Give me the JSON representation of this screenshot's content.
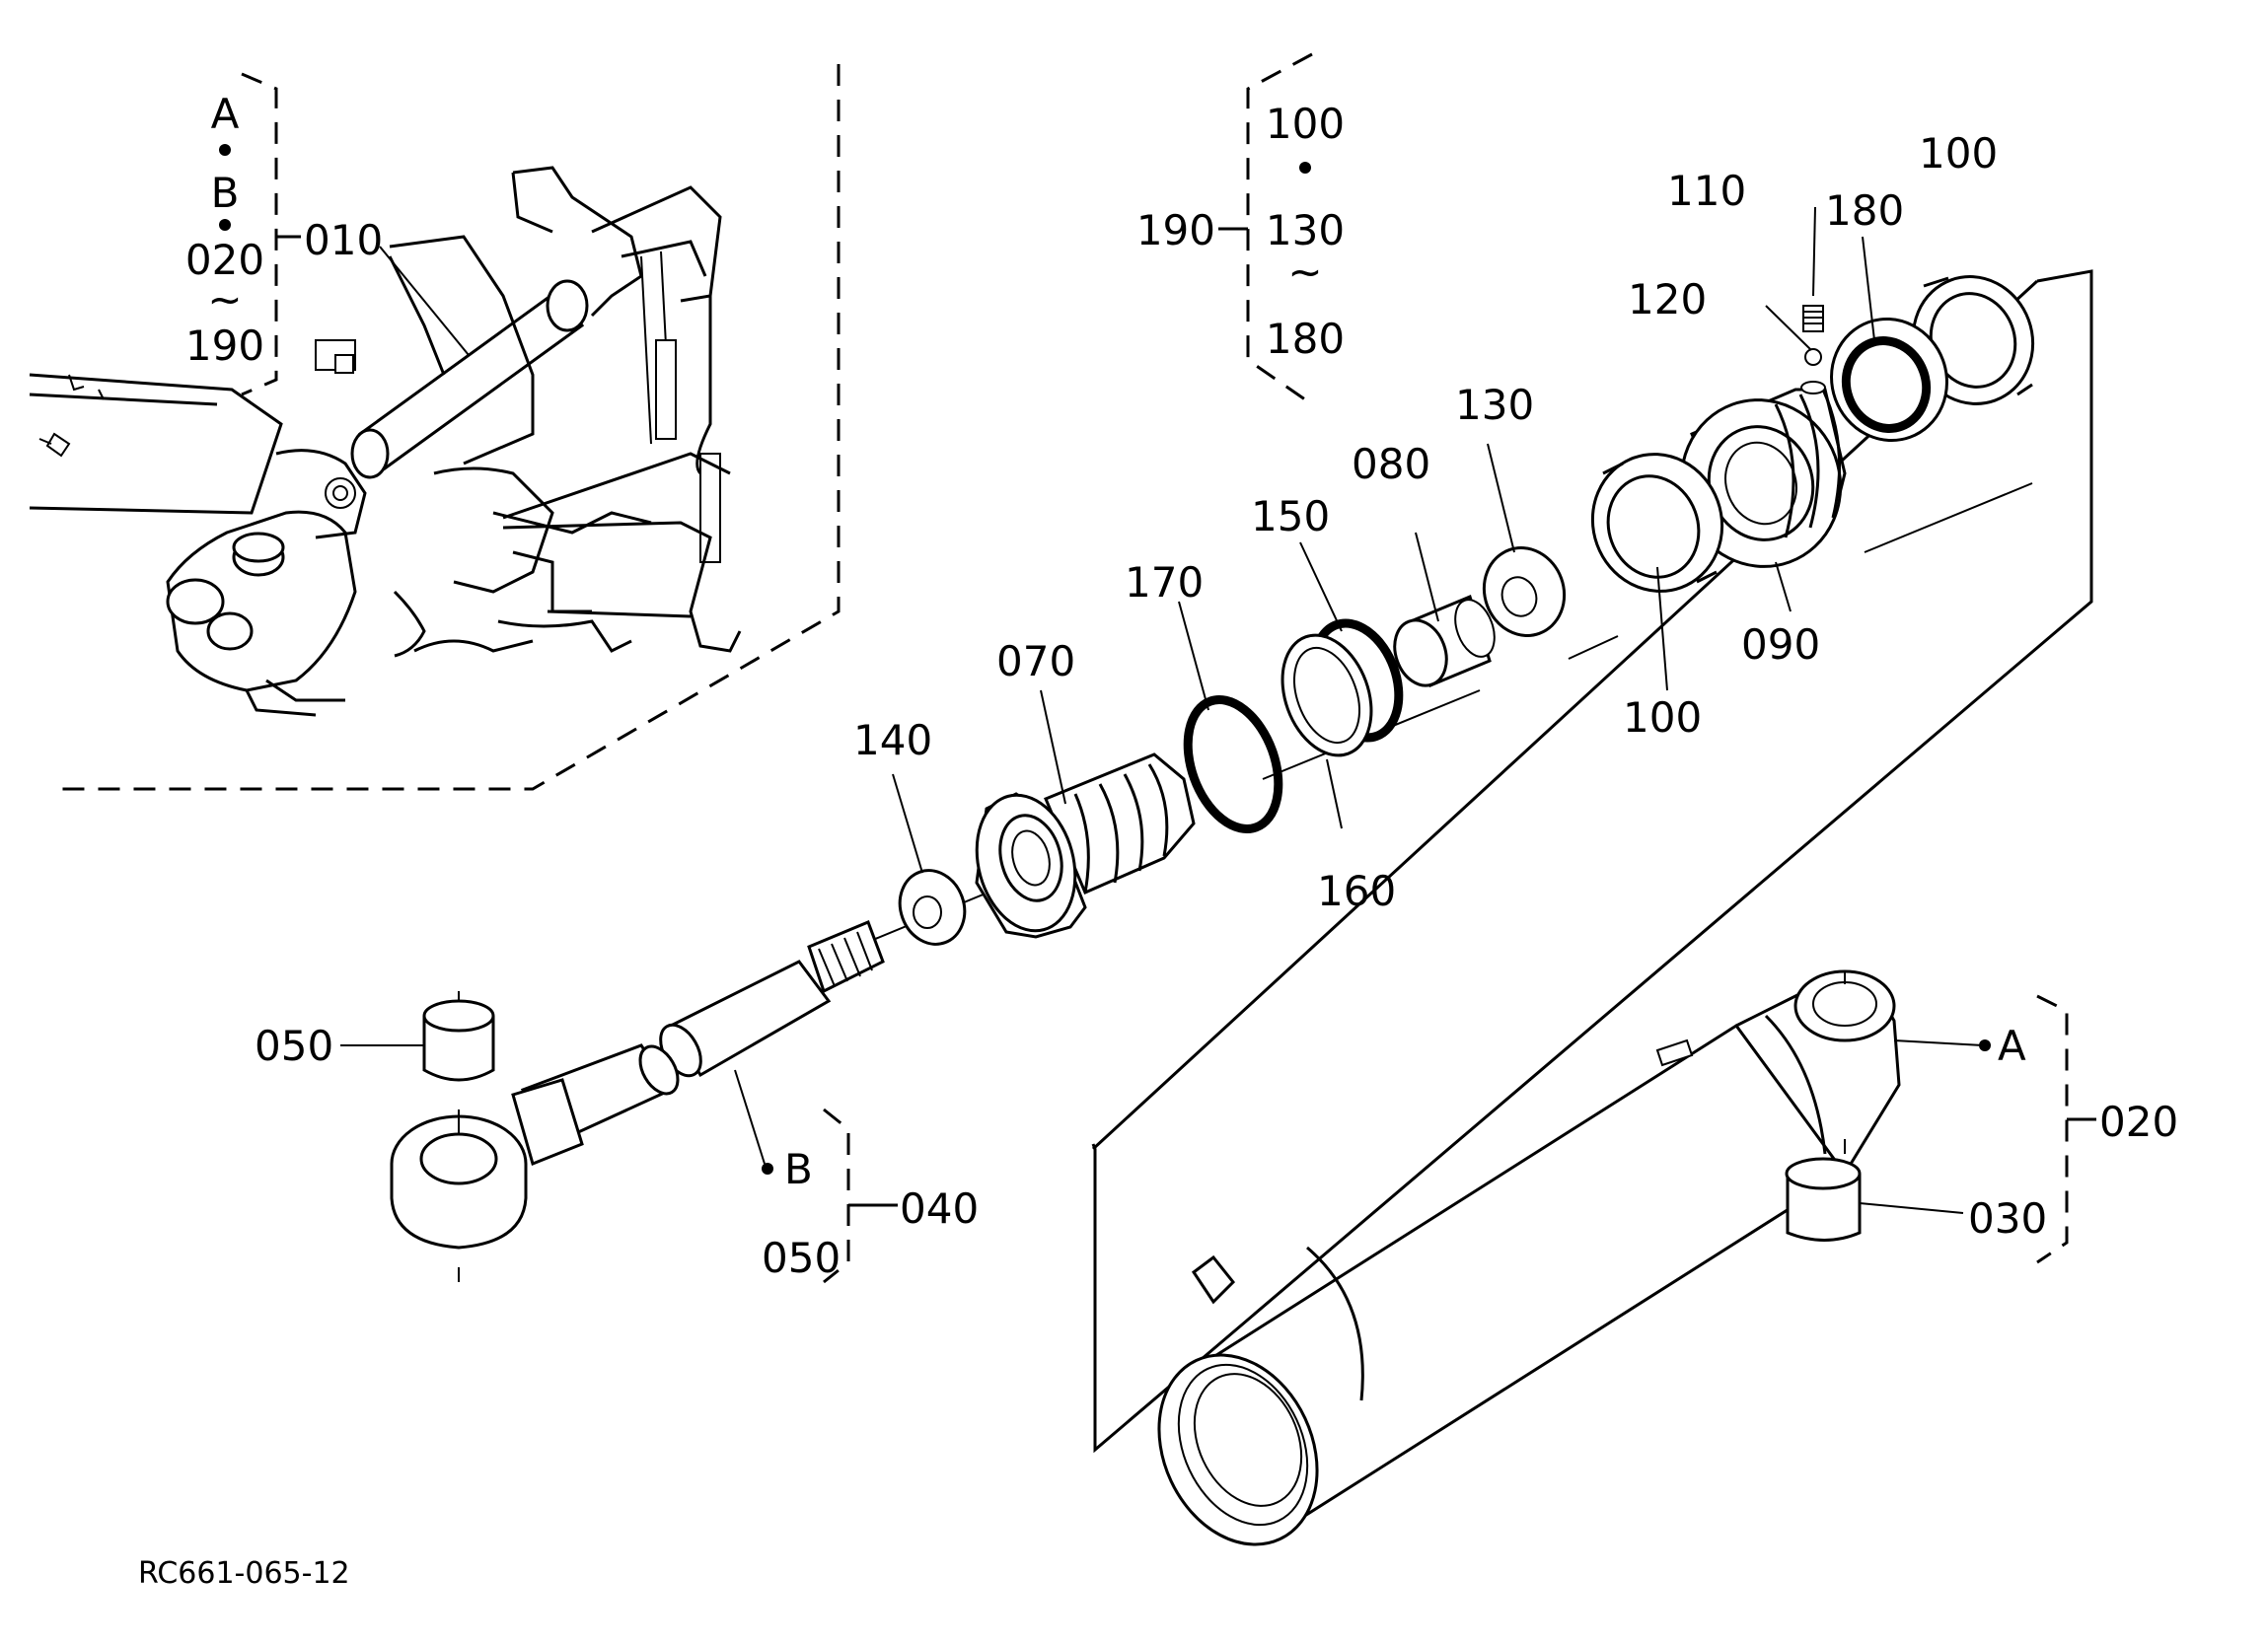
{
  "drawing_code": "RC661-065-12",
  "inset": {
    "range_top": "A",
    "range_mid": "B",
    "range_from": "020",
    "range_tilde": "~",
    "range_to": "190",
    "assembly_number": "010"
  },
  "kit_190": {
    "number": "190",
    "item_1": "100",
    "item_2": "130",
    "tilde": "~",
    "item_3": "180"
  },
  "parts": {
    "p110": "110",
    "p120": "120",
    "p180": "180",
    "p100_top": "100",
    "p130": "130",
    "p080": "080",
    "p150": "150",
    "p170": "170",
    "p070": "070",
    "p140": "140",
    "p160": "160",
    "p100_lower": "100",
    "p090": "090",
    "p050_left": "050"
  },
  "rod_group": {
    "marker": "B",
    "item": "050",
    "number": "040"
  },
  "tube_group": {
    "marker": "A",
    "number": "020",
    "bushing": "030"
  }
}
